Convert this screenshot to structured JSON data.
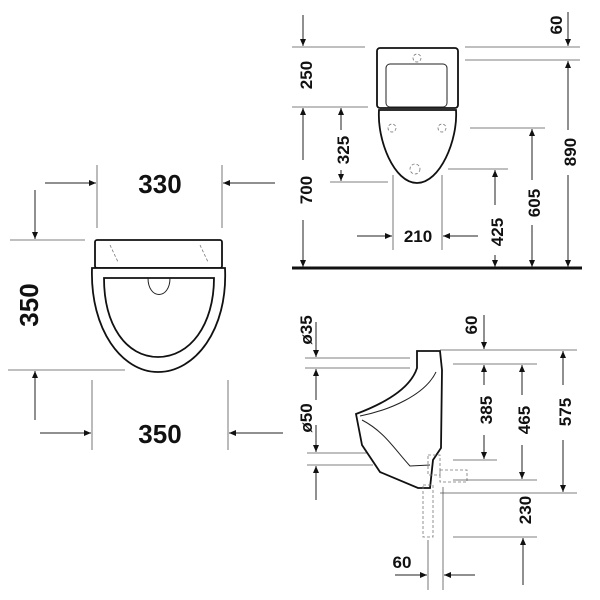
{
  "drawing": {
    "top_view": {
      "width_top": "330",
      "depth": "350",
      "width_bottom": "350"
    },
    "front_view": {
      "top_to_rim": "60",
      "height_upper": "250",
      "height_mount": "700",
      "fixing_drop": "325",
      "fixing_spacing": "210",
      "outlet_height": "425",
      "fixing_height": "605",
      "total_height": "890"
    },
    "side_view": {
      "inlet_diameter": "ø35",
      "outlet_diameter": "ø50",
      "top_offset": "60",
      "inlet_to_outlet": "385",
      "inlet_to_drain": "465",
      "total_height": "575",
      "trap_drop": "230",
      "wall_offset": "60"
    }
  }
}
